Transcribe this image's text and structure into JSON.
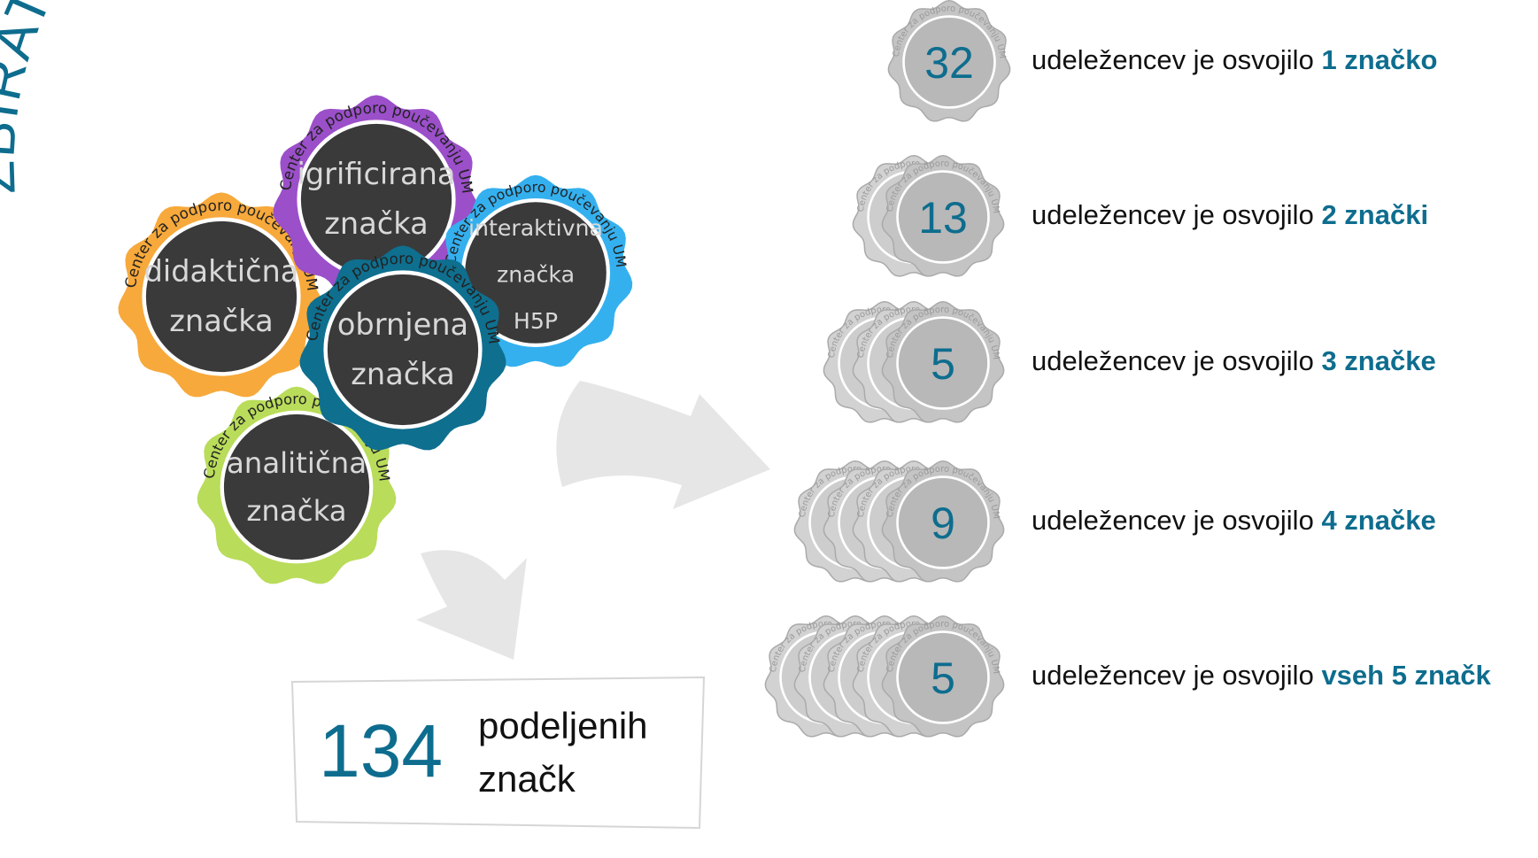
{
  "title": "ZBIRATELJI DIDAKT.UM ZNAČK",
  "badge_ring_text": "Center za podporo poučevanju UM",
  "badges": [
    {
      "line1": "didaktična",
      "line2": "značka",
      "line3": "",
      "color": "#f7a93b"
    },
    {
      "line1": "igrificirana",
      "line2": "značka",
      "line3": "",
      "color": "#9b4fc9"
    },
    {
      "line1": "interaktivna",
      "line2": "značka",
      "line3": "H5P",
      "color": "#34b0ef"
    },
    {
      "line1": "obrnjena",
      "line2": "značka",
      "line3": "",
      "color": "#0e6f8f"
    },
    {
      "line1": "analitična",
      "line2": "značka",
      "line3": "",
      "color": "#b9dc5a"
    }
  ],
  "stats": [
    {
      "count": "32",
      "badges": 1,
      "prefix": "udeležencev je osvojilo ",
      "highlight": "1 značko"
    },
    {
      "count": "13",
      "badges": 2,
      "prefix": "udeležencev je osvojilo ",
      "highlight": "2 znački"
    },
    {
      "count": "5",
      "badges": 3,
      "prefix": "udeležencev je osvojilo ",
      "highlight": "3 značke"
    },
    {
      "count": "9",
      "badges": 4,
      "prefix": "udeležencev je osvojilo ",
      "highlight": "4 značke"
    },
    {
      "count": "5",
      "badges": 5,
      "prefix": "udeležencev je osvojilo ",
      "highlight": "vseh 5 značk"
    }
  ],
  "total": {
    "number": "134",
    "line1": "podeljenih",
    "line2": "značk"
  },
  "colors": {
    "accent": "#0e6d8e",
    "dark_badge": "#3a3a3a",
    "grey_badge": "#bdbdbd",
    "arrow": "#e6e6e6"
  }
}
